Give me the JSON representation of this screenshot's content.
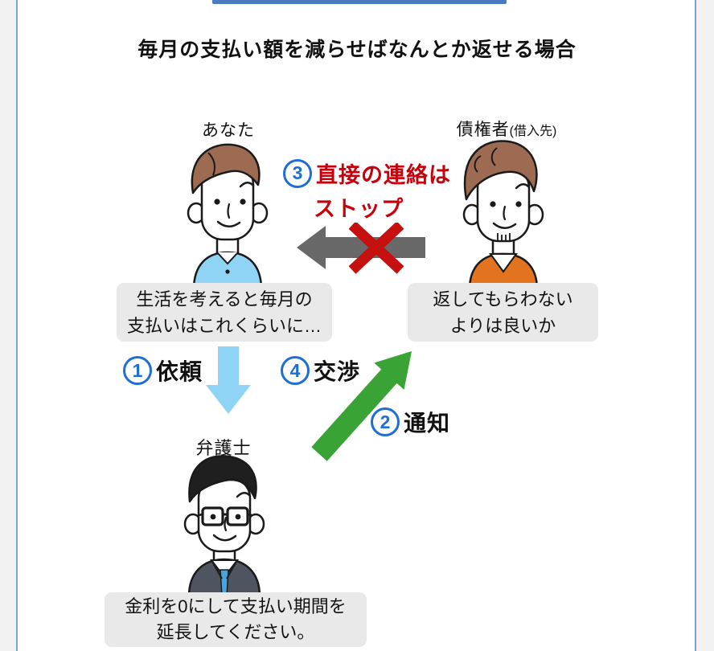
{
  "page": {
    "title": "毎月の支払い額を減らせばなんとか返せる場合"
  },
  "actors": {
    "you": {
      "label": "あなた",
      "bubble_line1": "生活を考えると毎月の",
      "bubble_line2": "支払いはこれくらいに…"
    },
    "creditor": {
      "label": "債権者",
      "label_note": "(借入先)",
      "bubble_line1": "返してもらわない",
      "bubble_line2": "よりは良いか"
    },
    "lawyer": {
      "label": "弁護士",
      "bubble_line1": "金利を0にして支払い期間を",
      "bubble_line2": "延長してください。"
    }
  },
  "steps": {
    "request": {
      "number": "1",
      "label": "依頼"
    },
    "notice": {
      "number": "2",
      "label": "通知"
    },
    "stop": {
      "number": "3",
      "label_line1": "直接の連絡は",
      "label_line2": "ストップ"
    },
    "negotiation": {
      "number": "4",
      "label": "交渉"
    }
  },
  "icons": {
    "blocked_arrow": "gray-left-arrow-with-red-cross",
    "request_arrow": "sky-blue-down-arrow",
    "notice_arrow": "green-up-right-arrow"
  },
  "colors": {
    "accent_bar_blue": "#4b7ac1",
    "panel_border_blue": "#7ba2d9",
    "number_circle_blue": "#1d6ed6",
    "alert_text_red": "#c7000b",
    "cross_red": "#c60f0f",
    "arrow_gray": "#686868",
    "arrow_sky_blue": "#8fd4f4",
    "arrow_green": "#3aa335",
    "bubble_gray": "#e9e9e9",
    "shirt_blue": "#8fd4f4",
    "sweater_orange": "#e2731f",
    "suit_gray": "#4e5561",
    "tie_blue": "#4aa3dc",
    "hair_brown": "#9c6b52"
  }
}
